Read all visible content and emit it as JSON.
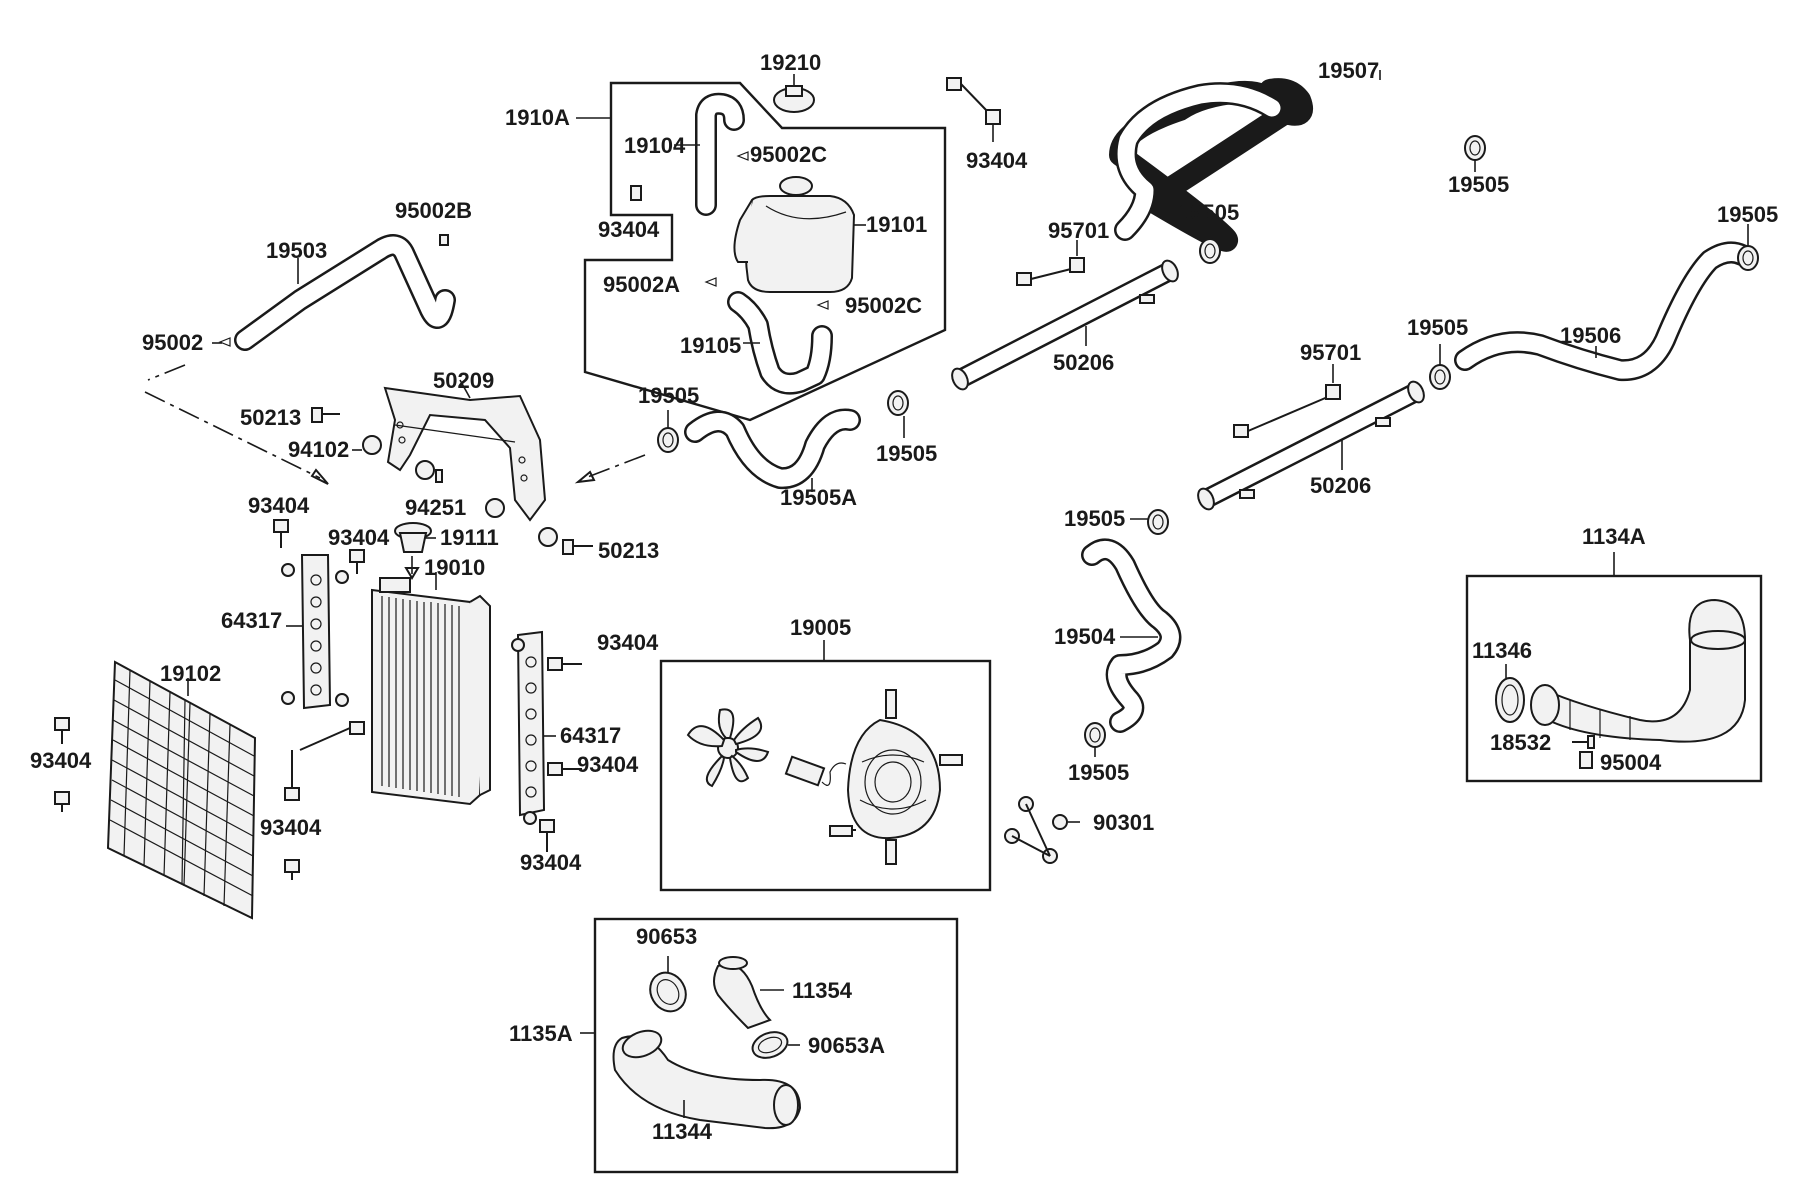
{
  "labels": {
    "l19210": "19210",
    "l1910A": "1910A",
    "l19104": "19104",
    "l95002C_a": "95002C",
    "l93404_top": "93404",
    "l93404_tank": "93404",
    "l19101": "19101",
    "l95002A": "95002A",
    "l95002C_b": "95002C",
    "l19105": "19105",
    "l95002B": "95002B",
    "l19503": "19503",
    "l95002": "95002",
    "l50209": "50209",
    "l50213_a": "50213",
    "l94102": "94102",
    "l94251": "94251",
    "l19111": "19111",
    "l50213_b": "50213",
    "l93404_l1": "93404",
    "l93404_l2": "93404",
    "l19010": "19010",
    "l64317_a": "64317",
    "l19102": "19102",
    "l93404_l3": "93404",
    "l93404_l4": "93404",
    "l64317_b": "64317",
    "l93404_r1": "93404",
    "l93404_r2": "93404",
    "l93404_r3": "93404",
    "l19505_a": "19505",
    "l19505A": "19505A",
    "l19505_b": "19505",
    "l19507": "19507",
    "l19505_c": "19505",
    "l19505_d": "19505",
    "l95701_a": "95701",
    "l50206_a": "50206",
    "l19505_e": "19505",
    "l19505_f": "19505",
    "l19506": "19506",
    "l95701_b": "95701",
    "l50206_b": "50206",
    "l19505_g": "19505",
    "l19504": "19504",
    "l19505_h": "19505",
    "l19005": "19005",
    "l90301": "90301",
    "l1134A": "1134A",
    "l11346": "11346",
    "l18532": "18532",
    "l95004": "95004",
    "l1135A": "1135A",
    "l90653": "90653",
    "l11354": "11354",
    "l90653A": "90653A",
    "l11344": "11344"
  }
}
